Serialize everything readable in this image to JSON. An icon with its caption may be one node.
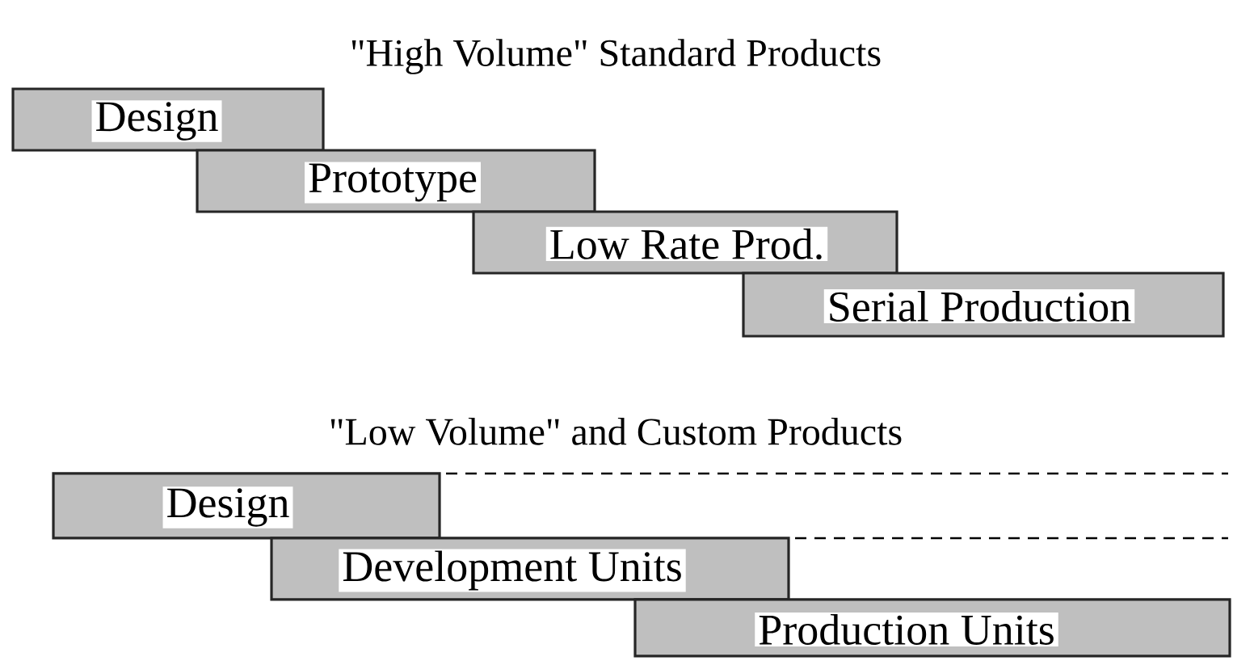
{
  "diagram": {
    "nodes": [
      {
        "text": [
          "Design"
        ]
      },
      {
        "text": [
          "Prototype"
        ]
      },
      {
        "text": [
          "Low Rate Prod."
        ]
      },
      {
        "text": [
          "Serial Production"
        ]
      },
      {
        "text": [
          "Design"
        ]
      },
      {
        "text": [
          "Development Units"
        ]
      },
      {
        "text": [
          "Production Units"
        ]
      }
    ],
    "labels": [
      "\"High Volume\" Standard Products",
      "\"Low Volume\" and Custom Products"
    ]
  }
}
